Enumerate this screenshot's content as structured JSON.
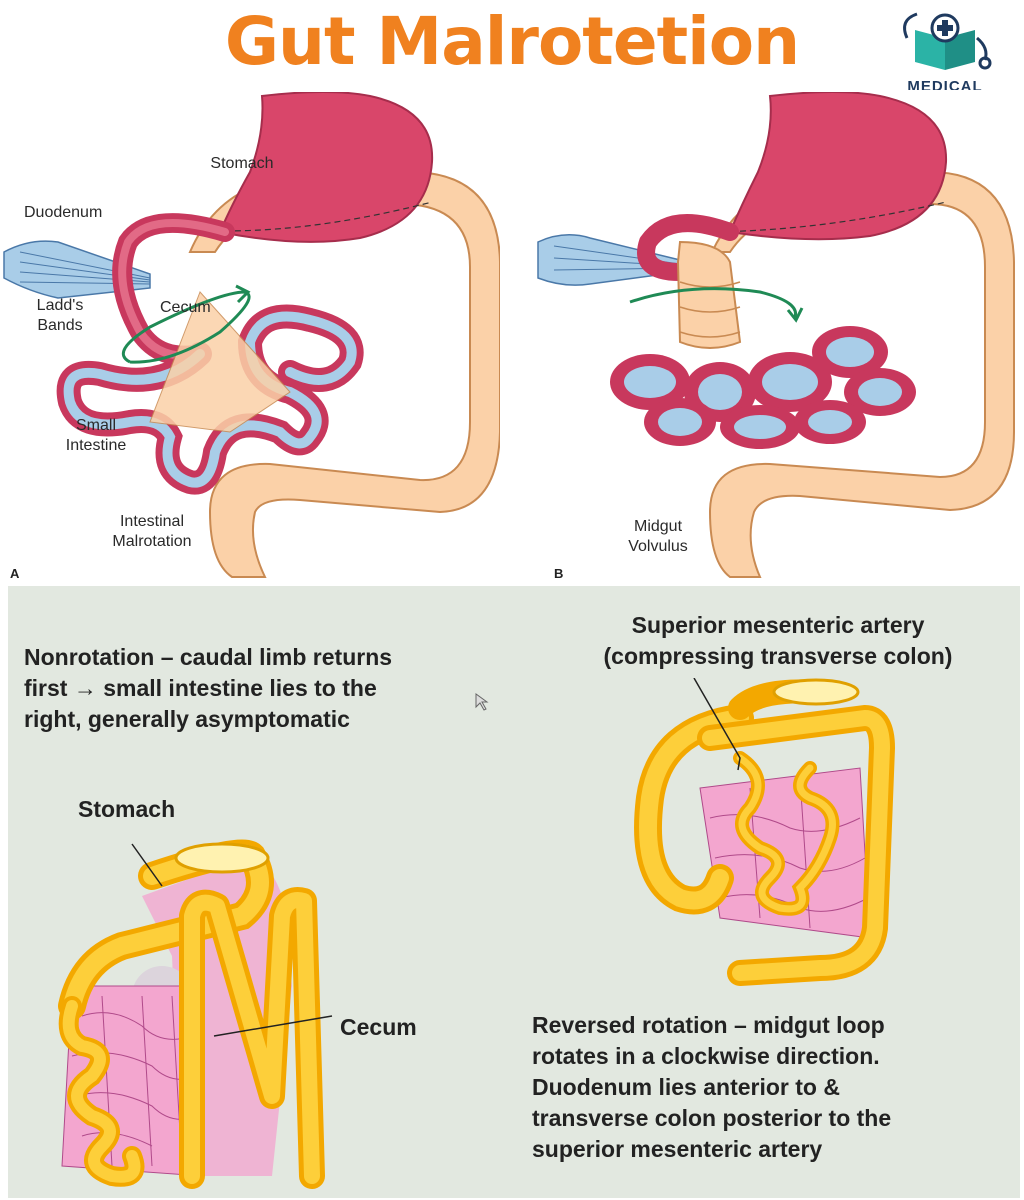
{
  "title": "Gut Malrotetion",
  "colors": {
    "title": "#f0811f",
    "stomach": "#d9466a",
    "colon": "#fbd1a8",
    "bands": "#a9cde8",
    "loops": "#fdcf3a",
    "mesentery": "#f3a6cf",
    "panel": "#e2e8e0"
  },
  "logo": {
    "text": "MEDICAL",
    "icon": "medical-book-stethoscope-icon"
  },
  "top": {
    "panel_a": {
      "letter": "A",
      "labels": {
        "stomach": "Stomach",
        "duodenum": "Duodenum",
        "ladds_bands": [
          "Ladd's",
          "Bands"
        ],
        "cecum": "Cecum",
        "small_intestine": [
          "Small",
          "Intestine"
        ],
        "malrotation": [
          "Intestinal",
          "Malrotation"
        ]
      }
    },
    "panel_b": {
      "letter": "B",
      "labels": {
        "midgut_volvulus": [
          "Midgut",
          "Volvulus"
        ]
      }
    }
  },
  "bottom": {
    "nonrotation": [
      "Nonrotation – caudal limb returns",
      "first → small intestine lies to the",
      "right, generally asymptomatic"
    ],
    "stomach_label": "Stomach",
    "cecum_label": "Cecum",
    "sma_label": [
      "Superior mesenteric artery",
      "(compressing transverse colon)"
    ],
    "reversed": [
      "Reversed rotation – midgut loop",
      "rotates in a clockwise direction.",
      "Duodenum lies anterior to &",
      "transverse colon posterior to the",
      "superior mesenteric artery"
    ]
  }
}
